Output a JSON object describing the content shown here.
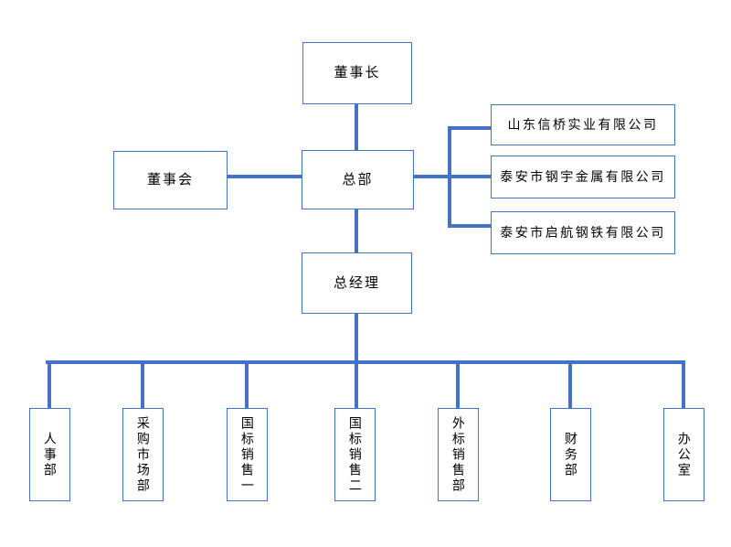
{
  "colors": {
    "line": "#4472C4",
    "border": "#4472C4",
    "background": "#FFFFFF",
    "text": "#000000"
  },
  "org": {
    "nodes": {
      "chairman": {
        "label": "董事长"
      },
      "board": {
        "label": "董事会"
      },
      "headquarters": {
        "label": "总部"
      },
      "general_manager": {
        "label": "总经理"
      },
      "affiliates": [
        {
          "label": "山东信桥实业有限公司"
        },
        {
          "label": "泰安市钢宇金属有限公司"
        },
        {
          "label": "泰安市启航钢铁有限公司"
        }
      ],
      "departments": [
        {
          "label": "人事部"
        },
        {
          "label": "采购市场部"
        },
        {
          "label": "国标销售一"
        },
        {
          "label": "国标销售二"
        },
        {
          "label": "外标销售部"
        },
        {
          "label": "财务部"
        },
        {
          "label": "办公室"
        }
      ]
    },
    "edges": [
      "chairman-headquarters",
      "board-headquarters",
      "headquarters-affiliate-1",
      "headquarters-affiliate-2",
      "headquarters-affiliate-3",
      "headquarters-general_manager",
      "general_manager-department-1",
      "general_manager-department-2",
      "general_manager-department-3",
      "general_manager-department-4",
      "general_manager-department-5",
      "general_manager-department-6",
      "general_manager-department-7"
    ]
  }
}
